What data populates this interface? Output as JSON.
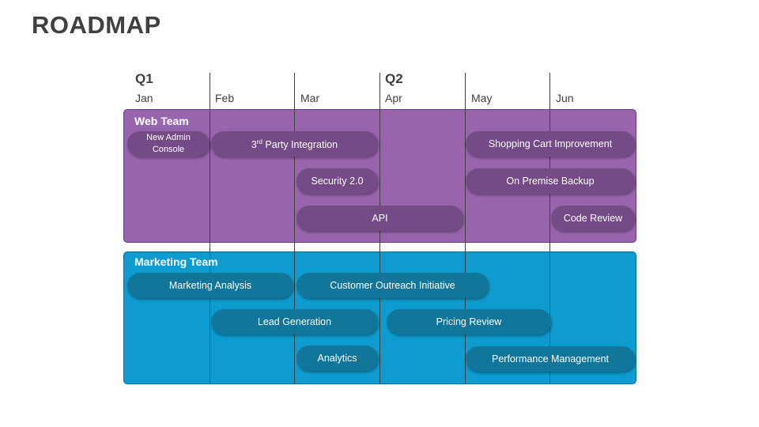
{
  "title": "ROADMAP",
  "quarters": [
    "Q1",
    "Q2"
  ],
  "months": [
    "Jan",
    "Feb",
    "Mar",
    "Apr",
    "May",
    "Jun"
  ],
  "web_team": {
    "label": "Web Team",
    "tasks": {
      "new_admin_console_line1": "New Admin",
      "new_admin_console_line2": "Console",
      "third_party_prefix": "3",
      "third_party_sup": "rd",
      "third_party_rest": " Party Integration",
      "shopping_cart": "Shopping Cart Improvement",
      "security": "Security 2.0",
      "on_premise": "On Premise Backup",
      "api": "API",
      "code_review": "Code Review"
    }
  },
  "marketing_team": {
    "label": "Marketing Team",
    "tasks": {
      "marketing_analysis": "Marketing Analysis",
      "customer_outreach": "Customer Outreach Initiative",
      "lead_generation": "Lead Generation",
      "pricing_review": "Pricing Review",
      "analytics": "Analytics",
      "performance_management": "Performance Management"
    }
  },
  "colors": {
    "web_panel": "#9865ad",
    "web_task": "#744a87",
    "marketing_panel": "#0e9cd0",
    "marketing_task": "#117699",
    "text_dark": "#404040"
  }
}
